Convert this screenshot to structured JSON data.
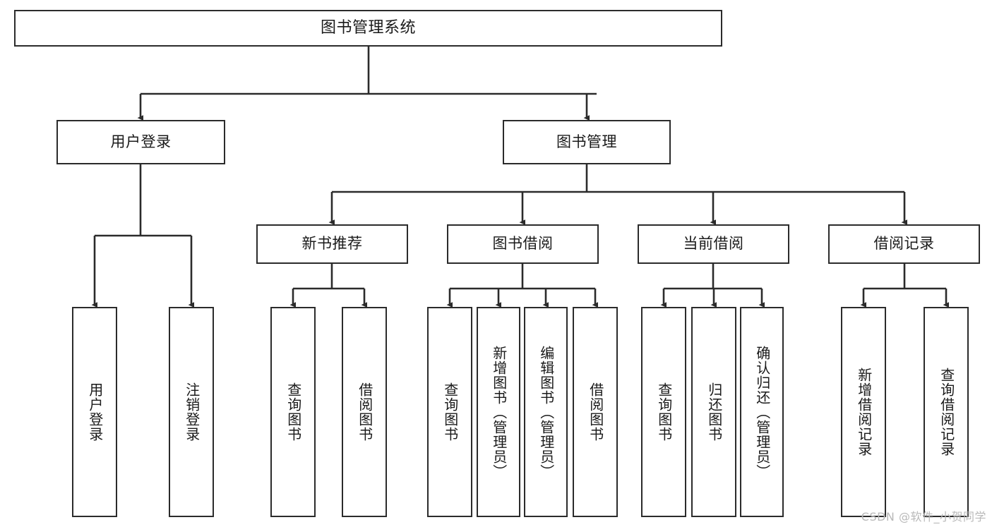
{
  "diagram": {
    "title": "图书管理系统",
    "type": "tree-hierarchy-chart",
    "watermark": "CSDN @软件_小贺同学",
    "colors": {
      "stroke": "#2b2b2b",
      "fill": "#ffffff",
      "text": "#1a1a1a",
      "watermark": "#b9b9b9"
    },
    "root": {
      "label": "图书管理系统"
    },
    "level2": [
      {
        "label": "用户登录"
      },
      {
        "label": "图书管理"
      }
    ],
    "level3": [
      {
        "label": "新书推荐"
      },
      {
        "label": "图书借阅"
      },
      {
        "label": "当前借阅"
      },
      {
        "label": "借阅记录"
      }
    ],
    "leaves": {
      "user_login": [
        {
          "label": "用户登录"
        },
        {
          "label": "注销登录"
        }
      ],
      "new_book_recommend": [
        {
          "label": "查询图书"
        },
        {
          "label": "借阅图书"
        }
      ],
      "book_borrow": [
        {
          "label": "查询图书"
        },
        {
          "label": "新增图书（管理员）"
        },
        {
          "label": "编辑图书（管理员）"
        },
        {
          "label": "借阅图书"
        }
      ],
      "current_borrow": [
        {
          "label": "查询图书"
        },
        {
          "label": "归还图书"
        },
        {
          "label": "确认归还（管理员）"
        }
      ],
      "borrow_records": [
        {
          "label": "新增借阅记录"
        },
        {
          "label": "查询借阅记录"
        }
      ]
    }
  }
}
